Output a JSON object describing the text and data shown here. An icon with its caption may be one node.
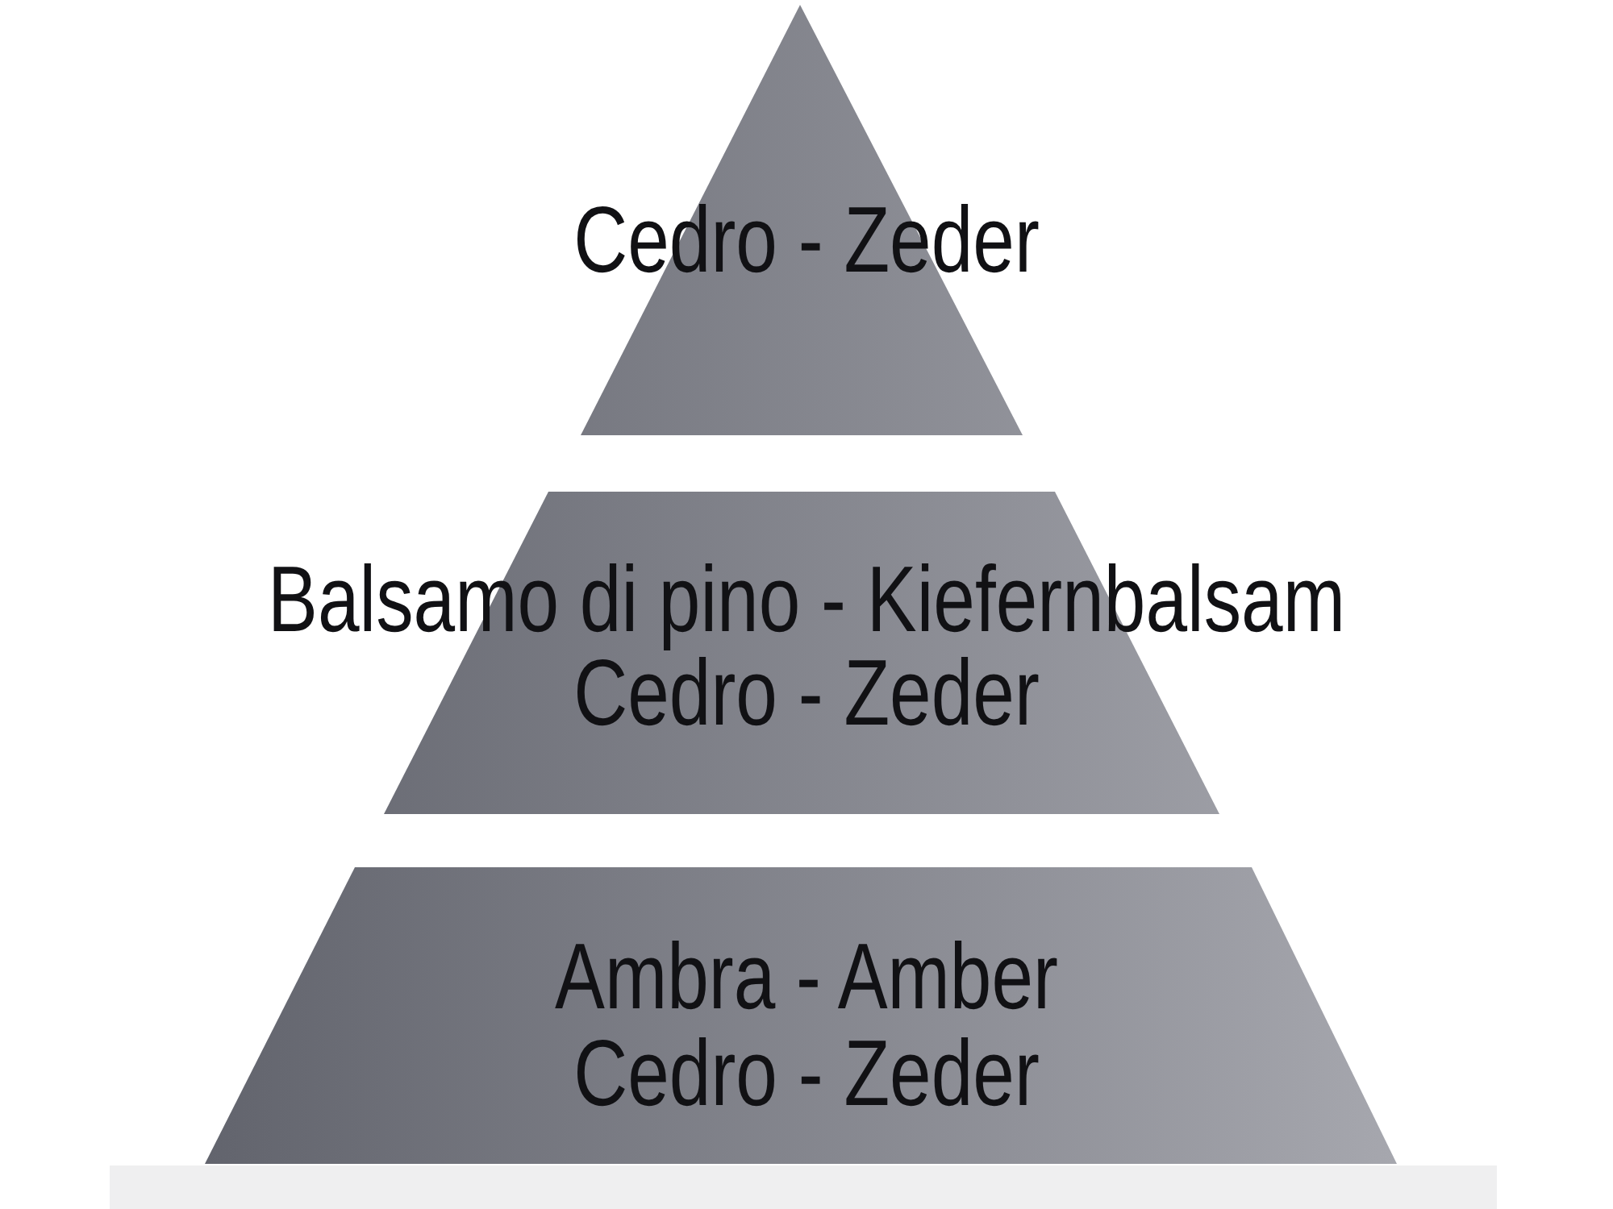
{
  "diagram": {
    "nodes": [
      {
        "text": [
          "Cedro - Zeder"
        ]
      },
      {
        "text": [
          "Balsamo di pino - Kiefernbalsam",
          "Cedro - Zeder"
        ]
      },
      {
        "text": [
          "Ambra - Amber",
          "Cedro - Zeder"
        ]
      }
    ]
  }
}
